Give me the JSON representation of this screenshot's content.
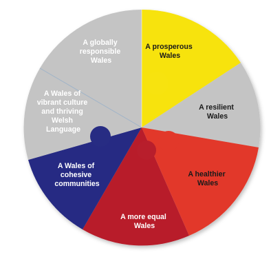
{
  "segments": [
    {
      "id": "prosperous",
      "label": [
        "A prosperous",
        "Wales"
      ],
      "color": "#f7e30f",
      "text_color": "#1a1a1a"
    },
    {
      "id": "resilient",
      "label": [
        "A resilient",
        "Wales"
      ],
      "color": "#c4c4c4",
      "text_color": "#1a1a1a"
    },
    {
      "id": "healthier",
      "label": [
        "A healthier",
        "Wales"
      ],
      "color": "#e2382a",
      "text_color": "#1a1a1a"
    },
    {
      "id": "more-equal",
      "label": [
        "A more equal",
        "Wales"
      ],
      "color": "#b81e2c",
      "text_color": "#ffffff"
    },
    {
      "id": "cohesive",
      "label": [
        "A Wales of",
        "cohesive",
        "communities"
      ],
      "color": "#272c83",
      "text_color": "#ffffff"
    },
    {
      "id": "vibrant",
      "label": [
        "A Wales of",
        "vibrant culture",
        "and thriving",
        "Welsh",
        "Language"
      ],
      "color": "#c4c4c4",
      "text_color": "#ffffff"
    },
    {
      "id": "globally",
      "label": [
        "A globally",
        "responsible",
        "Wales"
      ],
      "color": "#c4c4c4",
      "text_color": "#ffffff"
    }
  ]
}
